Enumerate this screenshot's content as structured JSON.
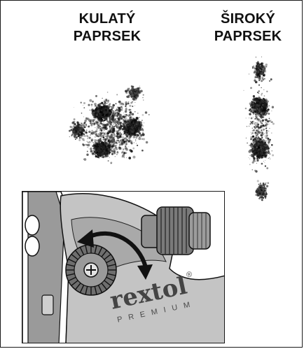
{
  "labels": {
    "round_spray": {
      "line1": "KULATÝ",
      "line2": "PAPRSEK"
    },
    "wide_spray": {
      "line1": "ŠIROKÝ",
      "line2": "PAPRSEK"
    }
  },
  "brand": {
    "name": "rextol",
    "registered": "®",
    "sub": "PREMIUM"
  },
  "colors": {
    "ink": "#111111",
    "gun_body": "#bdbdbd",
    "gun_dark": "#6a6a6a",
    "arrow": "#111111"
  },
  "icons": {
    "adjust_arrow": "curved-double-arrow-icon",
    "knob": "adjustment-knob-icon"
  }
}
